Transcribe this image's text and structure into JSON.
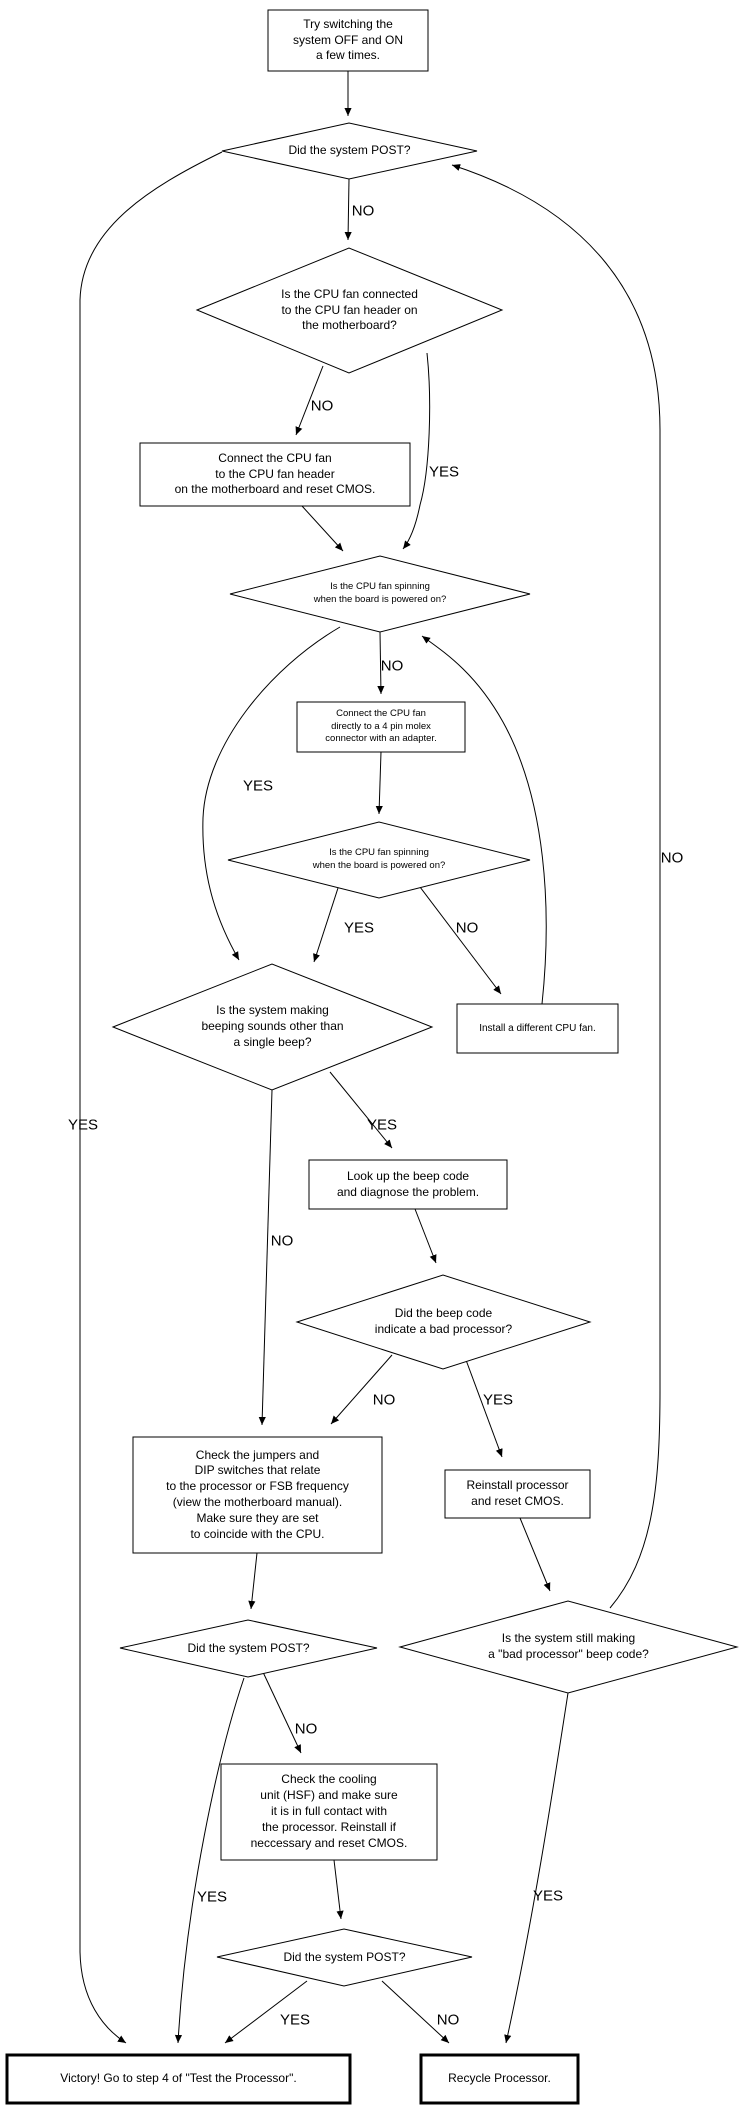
{
  "diagram": {
    "type": "flowchart",
    "background": "#ffffff",
    "line_color": "#000000",
    "text_color": "#000000",
    "nodes": [
      {
        "id": "start",
        "shape": "box",
        "text": "Try switching the\nsystem OFF and ON\na few times."
      },
      {
        "id": "post-check-1",
        "shape": "diamond",
        "text": "Did the system POST?"
      },
      {
        "id": "fan-connected",
        "shape": "diamond",
        "text": "Is the CPU fan connected\nto the CPU fan header on\nthe motherboard?"
      },
      {
        "id": "connect-fan-header",
        "shape": "box",
        "text": "Connect the CPU fan\nto the CPU fan header\non the motherboard and reset CMOS."
      },
      {
        "id": "fan-spinning-1",
        "shape": "diamond",
        "text": "Is the CPU fan spinning\nwhen the board is powered on?"
      },
      {
        "id": "connect-molex",
        "shape": "box",
        "text": "Connect the CPU fan\ndirectly to a 4 pin molex\nconnector with an adapter."
      },
      {
        "id": "fan-spinning-2",
        "shape": "diamond",
        "text": "Is the CPU fan spinning\nwhen the board is powered on?"
      },
      {
        "id": "beeping-sounds",
        "shape": "diamond",
        "text": "Is the system making\nbeeping sounds other than\na single beep?"
      },
      {
        "id": "install-fan",
        "shape": "box",
        "text": "Install a different CPU fan."
      },
      {
        "id": "lookup-beep-code",
        "shape": "box",
        "text": "Look up the beep code\nand diagnose the problem."
      },
      {
        "id": "beep-bad-processor",
        "shape": "diamond",
        "text": "Did the beep code\nindicate a bad processor?"
      },
      {
        "id": "check-jumpers",
        "shape": "box",
        "text": "Check the jumpers and\nDIP switches that relate\nto the processor or FSB frequency\n(view the motherboard manual).\nMake sure they are set\nto coincide with the CPU."
      },
      {
        "id": "reinstall-processor",
        "shape": "box",
        "text": "Reinstall processor\nand reset CMOS."
      },
      {
        "id": "post-check-2",
        "shape": "diamond",
        "text": "Did the system POST?"
      },
      {
        "id": "still-bad-beep",
        "shape": "diamond",
        "text": "Is the system still making\na \"bad processor\" beep code?"
      },
      {
        "id": "check-cooling",
        "shape": "box",
        "text": "Check the cooling\nunit (HSF) and make sure\nit is in full contact with\nthe processor. Reinstall if\nneccessary and reset CMOS."
      },
      {
        "id": "post-check-3",
        "shape": "diamond",
        "text": "Did the system POST?"
      },
      {
        "id": "victory",
        "shape": "box-bold",
        "text": "Victory! Go to step 4 of \"Test the Processor\"."
      },
      {
        "id": "recycle",
        "shape": "box-bold",
        "text": "Recycle Processor."
      }
    ],
    "edges": [
      {
        "from": "start",
        "to": "post-check-1",
        "label": ""
      },
      {
        "from": "post-check-1",
        "to": "fan-connected",
        "label": "NO"
      },
      {
        "from": "fan-connected",
        "to": "connect-fan-header",
        "label": "NO"
      },
      {
        "from": "fan-connected",
        "to": "fan-spinning-1",
        "label": "YES"
      },
      {
        "from": "connect-fan-header",
        "to": "fan-spinning-1",
        "label": ""
      },
      {
        "from": "fan-spinning-1",
        "to": "connect-molex",
        "label": "NO"
      },
      {
        "from": "connect-molex",
        "to": "fan-spinning-2",
        "label": ""
      },
      {
        "from": "fan-spinning-1",
        "to": "beeping-sounds",
        "label": "YES"
      },
      {
        "from": "fan-spinning-2",
        "to": "beeping-sounds",
        "label": "YES"
      },
      {
        "from": "fan-spinning-2",
        "to": "install-fan",
        "label": "NO"
      },
      {
        "from": "install-fan",
        "to": "fan-spinning-1",
        "label": ""
      },
      {
        "from": "beeping-sounds",
        "to": "lookup-beep-code",
        "label": "YES"
      },
      {
        "from": "beeping-sounds",
        "to": "check-jumpers",
        "label": "NO"
      },
      {
        "from": "lookup-beep-code",
        "to": "beep-bad-processor",
        "label": ""
      },
      {
        "from": "beep-bad-processor",
        "to": "check-jumpers",
        "label": "NO"
      },
      {
        "from": "beep-bad-processor",
        "to": "reinstall-processor",
        "label": "YES"
      },
      {
        "from": "check-jumpers",
        "to": "post-check-2",
        "label": ""
      },
      {
        "from": "reinstall-processor",
        "to": "still-bad-beep",
        "label": ""
      },
      {
        "from": "post-check-2",
        "to": "check-cooling",
        "label": "NO"
      },
      {
        "from": "post-check-2",
        "to": "victory",
        "label": "YES"
      },
      {
        "from": "still-bad-beep",
        "to": "post-check-1",
        "label": "NO"
      },
      {
        "from": "still-bad-beep",
        "to": "recycle",
        "label": "YES"
      },
      {
        "from": "check-cooling",
        "to": "post-check-3",
        "label": ""
      },
      {
        "from": "post-check-3",
        "to": "victory",
        "label": "YES"
      },
      {
        "from": "post-check-3",
        "to": "recycle",
        "label": "NO"
      },
      {
        "from": "post-check-1",
        "to": "victory",
        "label": "YES"
      }
    ]
  }
}
